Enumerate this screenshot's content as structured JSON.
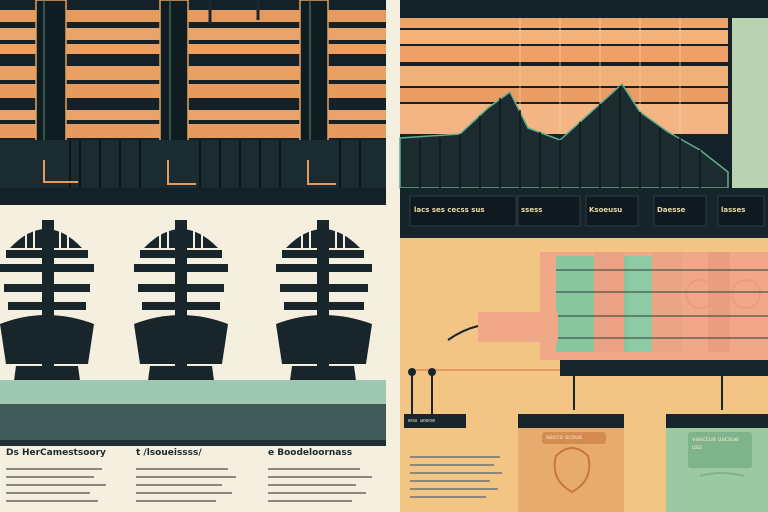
{
  "captions": {
    "left": "Ds HerCamestsoory",
    "middle": "t /lsoueissss/",
    "right": "e Boodeloornass"
  },
  "tags": [
    "lacs ses cecss sus",
    "ssess",
    "Ksoeusu",
    "Daesse",
    "lasses"
  ],
  "pills": {
    "orange": "secco scous",
    "green": "vasccus uscsue uss"
  },
  "device_text": "eoa aoeoe",
  "colors": {
    "navy": "#11212a",
    "orange": "#e79a5e",
    "peach": "#eaa184",
    "sand": "#f2c585",
    "mint": "#8fc7a3",
    "sage": "#b9d2b1",
    "cream": "#f5efe0"
  }
}
